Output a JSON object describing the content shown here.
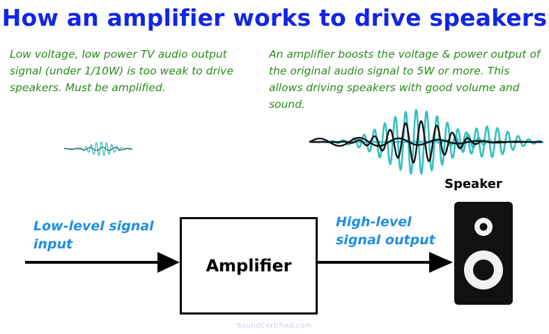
{
  "title": "How an amplifier works to drive speakers",
  "notes": {
    "left": "Low voltage, low power TV audio output signal (under 1/10W) is too weak to drive speakers. Must be amplified.",
    "right": "An amplifier boosts the voltage & power output of the original audio signal to 5W or more. This allows driving speakers with good volume and sound."
  },
  "labels": {
    "input": "Low-level signal input",
    "output": "High-level signal output",
    "amplifier": "Amplifier",
    "speaker": "Speaker"
  },
  "watermark": "SoundCertified.com",
  "colors": {
    "title": "#1226e6",
    "notes": "#2a8a1c",
    "labels": "#1f8fe3",
    "wave_teal": "#33bfbf",
    "wave_dark": "#111111"
  },
  "icons": [
    "arrow-right-icon",
    "speaker-icon",
    "waveform-icon"
  ]
}
